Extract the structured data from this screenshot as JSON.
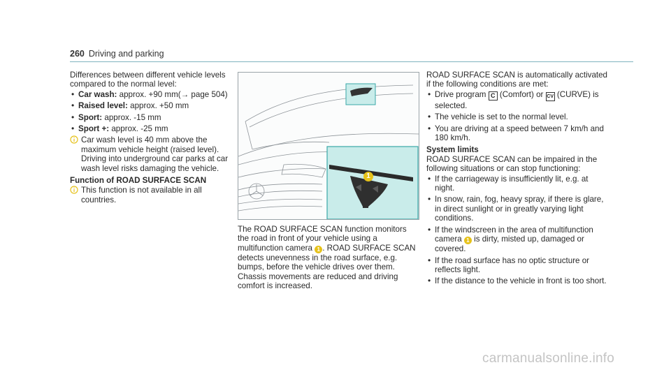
{
  "header": {
    "page_number": "260",
    "section": "Driving and parking"
  },
  "col1": {
    "intro": "Differences between different vehicle levels compared to the normal level:",
    "levels": [
      {
        "label": "Car wash:",
        "value": "approx. +90 mm(→ page 504)"
      },
      {
        "label": "Raised level:",
        "value": "approx. +50 mm"
      },
      {
        "label": "Sport:",
        "value": "approx. -15 mm"
      },
      {
        "label": "Sport +:",
        "value": "approx. -25 mm"
      }
    ],
    "note1": "Car wash level is 40 mm above the maximum vehicle height (raised level). Driving into underground car parks at car wash level risks damaging the vehicle.",
    "function_heading": "Function of ROAD SURFACE SCAN",
    "note2": "This function is not available in all countries."
  },
  "figure": {
    "callout": "1",
    "colors": {
      "accent": "#3aa8a8",
      "inset_bg": "#c9ecea",
      "badge": "#e6c21a"
    }
  },
  "col2": {
    "p_before": "The ROAD SURFACE SCAN function monitors the road in front of your vehicle using a multifunction camera",
    "callout": "1",
    "p_after": ". ROAD SURFACE SCAN detects unevenness in the road surface, e.g. bumps, before the vehicle drives over them. Chassis movements are reduced and driving comfort is increased."
  },
  "col3": {
    "intro": "ROAD SURFACE SCAN is automatically activated if the following conditions are met:",
    "cond1_before": "Drive program",
    "cond1_icon1": "C",
    "cond1_mid": "(Comfort) or",
    "cond1_icon2": "CV",
    "cond1_after": "(CURVE) is selected.",
    "cond2": "The vehicle is set to the normal level.",
    "cond3": "You are driving at a speed between 7 km/h and 180 km/h.",
    "limits_heading": "System limits",
    "limits_intro": "ROAD SURFACE SCAN can be impaired in the following situations or can stop functioning:",
    "lim1": "If the carriageway is insufficiently lit, e.g. at night.",
    "lim2": "In snow, rain, fog, heavy spray, if there is glare, in direct sunlight or in greatly varying light conditions.",
    "lim3_before": "If the windscreen in the area of multifunction camera",
    "lim3_callout": "1",
    "lim3_after": "is dirty, misted up, damaged or covered.",
    "lim4": "If the road surface has no optic structure or reflects light.",
    "lim5": "If the distance to the vehicle in front is too short."
  },
  "watermark": "carmanualsonline.info"
}
